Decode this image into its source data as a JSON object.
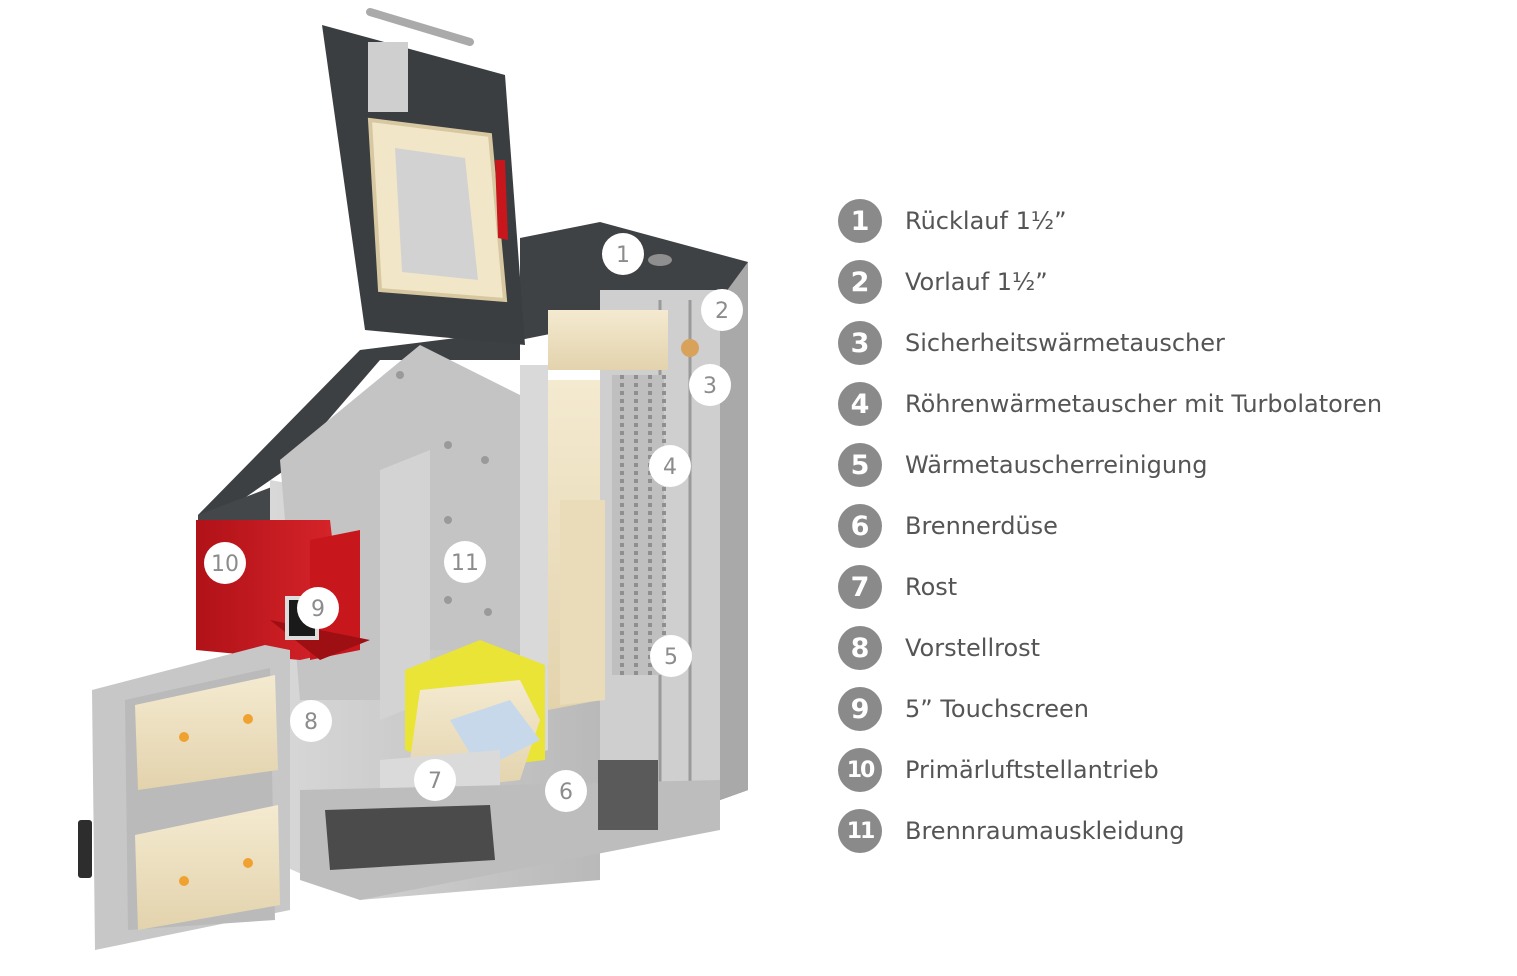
{
  "legend": {
    "items": [
      {
        "num": "1",
        "label": "Rücklauf 1½”"
      },
      {
        "num": "2",
        "label": "Vorlauf 1½”"
      },
      {
        "num": "3",
        "label": "Sicherheitswärmetauscher"
      },
      {
        "num": "4",
        "label": "Röhrenwärmetauscher mit Turbolatoren"
      },
      {
        "num": "5",
        "label": "Wärmetauscherreinigung"
      },
      {
        "num": "6",
        "label": "Brennerdüse"
      },
      {
        "num": "7",
        "label": "Rost"
      },
      {
        "num": "8",
        "label": "Vorstellrost"
      },
      {
        "num": "9",
        "label": "5” Touchscreen"
      },
      {
        "num": "10",
        "label": "Primärluftstellantrieb"
      },
      {
        "num": "11",
        "label": "Brennraumauskleidung"
      }
    ]
  },
  "callouts": [
    "1",
    "2",
    "3",
    "4",
    "5",
    "6",
    "7",
    "8",
    "9",
    "10",
    "11"
  ],
  "colors": {
    "housing_dark": "#3f4244",
    "panel_grey": "#c9c9c9",
    "insulation_cream": "#efe3c4",
    "accent_red": "#c8161d",
    "grate_yellow": "#e9e435",
    "legend_badge": "#8a8a8a",
    "legend_text": "#555555"
  }
}
